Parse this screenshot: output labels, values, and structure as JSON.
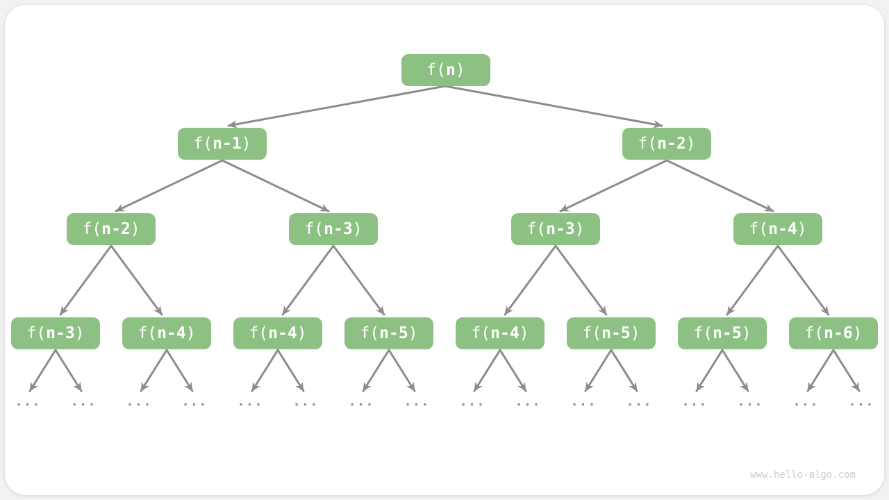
{
  "tree": {
    "ellipsis": "...",
    "watermark": "www.hello-algo.com",
    "colors": {
      "node_fill": "#8dc183",
      "node_text": "#ffffff",
      "arrow": "#8c8c8c",
      "ellipsis_text": "#8f8f8f",
      "watermark_text": "#cccccc",
      "card_bg": "#ffffff"
    },
    "nodes": [
      {
        "level": 1,
        "prefix": "f(",
        "arg": "n",
        "suffix": ")"
      },
      {
        "level": 2,
        "prefix": "f(",
        "arg": "n-1",
        "suffix": ")"
      },
      {
        "level": 2,
        "prefix": "f(",
        "arg": "n-2",
        "suffix": ")"
      },
      {
        "level": 3,
        "prefix": "f(",
        "arg": "n-2",
        "suffix": ")"
      },
      {
        "level": 3,
        "prefix": "f(",
        "arg": "n-3",
        "suffix": ")"
      },
      {
        "level": 3,
        "prefix": "f(",
        "arg": "n-3",
        "suffix": ")"
      },
      {
        "level": 3,
        "prefix": "f(",
        "arg": "n-4",
        "suffix": ")"
      },
      {
        "level": 4,
        "prefix": "f(",
        "arg": "n-3",
        "suffix": ")"
      },
      {
        "level": 4,
        "prefix": "f(",
        "arg": "n-4",
        "suffix": ")"
      },
      {
        "level": 4,
        "prefix": "f(",
        "arg": "n-4",
        "suffix": ")"
      },
      {
        "level": 4,
        "prefix": "f(",
        "arg": "n-5",
        "suffix": ")"
      },
      {
        "level": 4,
        "prefix": "f(",
        "arg": "n-4",
        "suffix": ")"
      },
      {
        "level": 4,
        "prefix": "f(",
        "arg": "n-5",
        "suffix": ")"
      },
      {
        "level": 4,
        "prefix": "f(",
        "arg": "n-5",
        "suffix": ")"
      },
      {
        "level": 4,
        "prefix": "f(",
        "arg": "n-6",
        "suffix": ")"
      }
    ]
  }
}
